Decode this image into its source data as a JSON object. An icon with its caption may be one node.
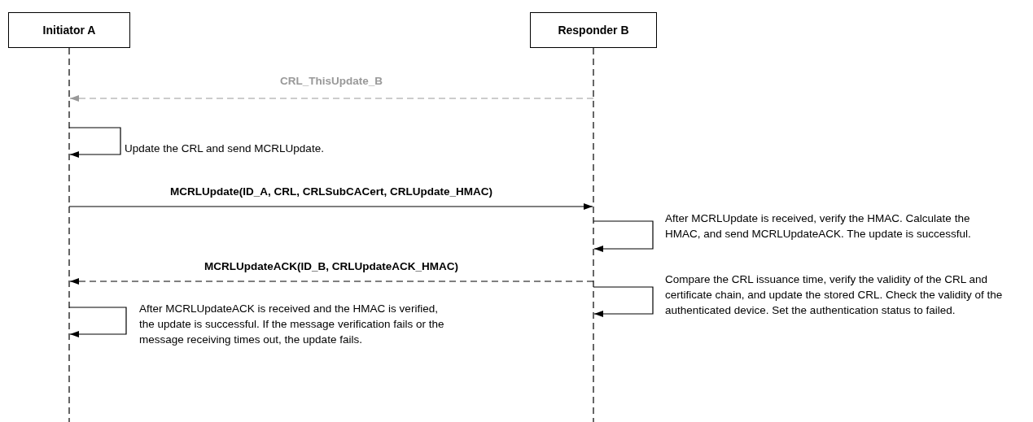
{
  "diagram": {
    "nodes": [
      {
        "text": [
          "Initiator A"
        ]
      },
      {
        "text": [
          "Responder B"
        ]
      }
    ],
    "edges": [
      {
        "from": 1,
        "to": 0,
        "arrow": "to",
        "label": "CRL_ThisUpdate_B",
        "style": "dashed",
        "color": "#999999"
      },
      {
        "from": 0,
        "to": 0,
        "arrow": "to",
        "label": "Update the CRL and send MCRLUpdate."
      },
      {
        "from": 0,
        "to": 1,
        "arrow": "to",
        "label": "MCRLUpdate(ID_A, CRL, CRLSubCACert, CRLUpdate_HMAC)"
      },
      {
        "from": 1,
        "to": 1,
        "arrow": "to",
        "label": "After MCRLUpdate is received, verify the HMAC. Calculate the HMAC, and send MCRLUpdateACK. The update is successful."
      },
      {
        "from": 1,
        "to": 0,
        "arrow": "to",
        "label": "MCRLUpdateACK(ID_B, CRLUpdateACK_HMAC)",
        "style": "dashed"
      },
      {
        "from": 1,
        "to": 1,
        "arrow": "to",
        "label": "Compare the CRL issuance time, verify the validity of the CRL and certificate chain, and update the stored CRL. Check the validity of the authenticated device. Set the authentication status to failed."
      },
      {
        "from": 0,
        "to": 0,
        "arrow": "to",
        "label": "After MCRLUpdateACK is received and the HMAC is verified, the update is successful. If the message verification fails or the message receiving times out, the update fails."
      }
    ]
  }
}
